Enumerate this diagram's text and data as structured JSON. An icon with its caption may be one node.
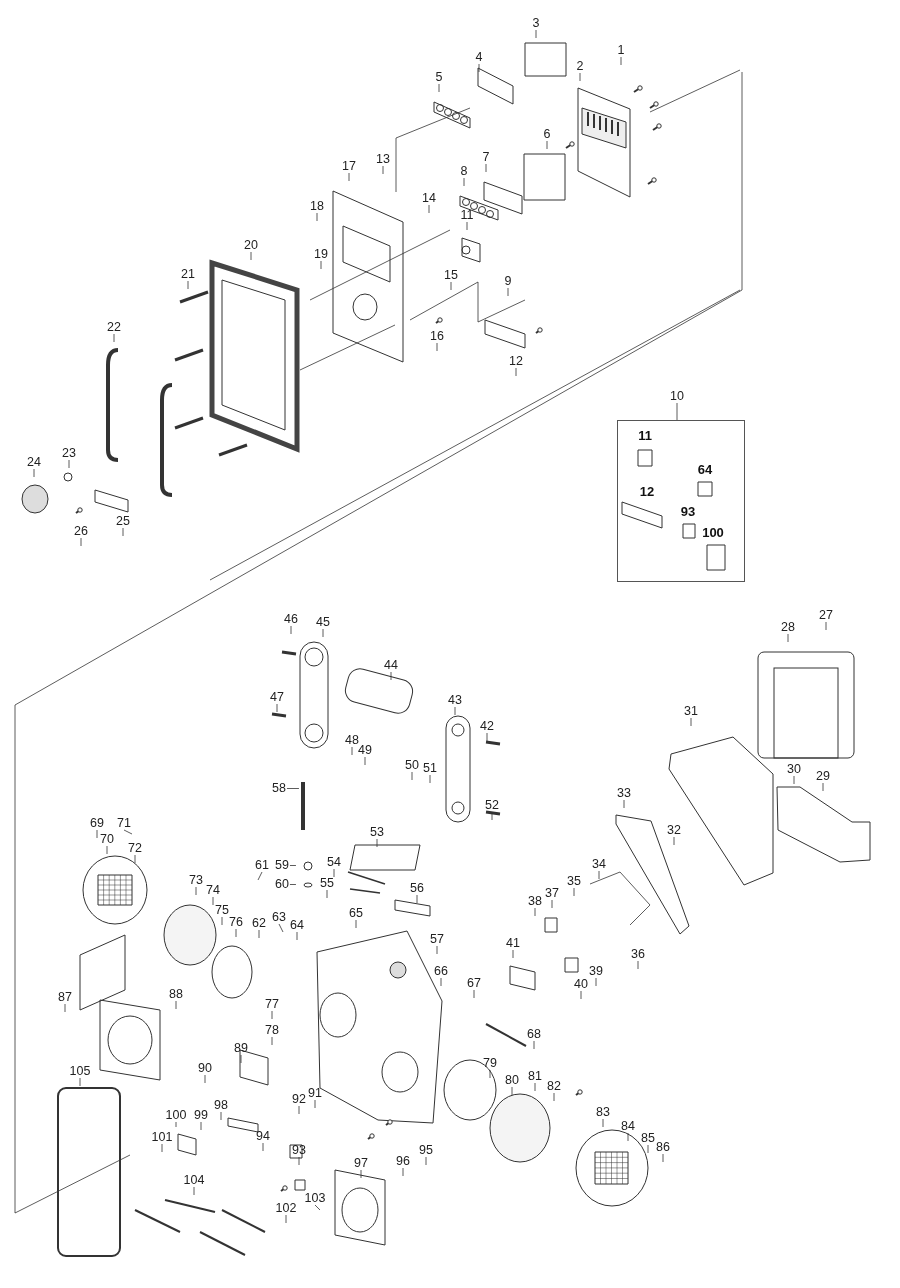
{
  "diagram": {
    "nodes": [
      {
        "text": [
          "1"
        ]
      },
      {
        "text": [
          "2"
        ]
      },
      {
        "text": [
          "3"
        ]
      },
      {
        "text": [
          "4"
        ]
      },
      {
        "text": [
          "5"
        ]
      },
      {
        "text": [
          "6"
        ]
      },
      {
        "text": [
          "7"
        ]
      },
      {
        "text": [
          "8"
        ]
      },
      {
        "text": [
          "9"
        ]
      },
      {
        "text": [
          "10"
        ]
      },
      {
        "text": [
          "11"
        ]
      },
      {
        "text": [
          "12"
        ]
      },
      {
        "text": [
          "13"
        ]
      },
      {
        "text": [
          "14"
        ]
      },
      {
        "text": [
          "15"
        ]
      },
      {
        "text": [
          "16"
        ]
      },
      {
        "text": [
          "17"
        ]
      },
      {
        "text": [
          "18"
        ]
      },
      {
        "text": [
          "19"
        ]
      },
      {
        "text": [
          "20"
        ]
      },
      {
        "text": [
          "21"
        ]
      },
      {
        "text": [
          "22"
        ]
      },
      {
        "text": [
          "23"
        ]
      },
      {
        "text": [
          "24"
        ]
      },
      {
        "text": [
          "25"
        ]
      },
      {
        "text": [
          "26"
        ]
      },
      {
        "text": [
          "27"
        ]
      },
      {
        "text": [
          "28"
        ]
      },
      {
        "text": [
          "29"
        ]
      },
      {
        "text": [
          "30"
        ]
      },
      {
        "text": [
          "31"
        ]
      },
      {
        "text": [
          "32"
        ]
      },
      {
        "text": [
          "33"
        ]
      },
      {
        "text": [
          "34"
        ]
      },
      {
        "text": [
          "35"
        ]
      },
      {
        "text": [
          "36"
        ]
      },
      {
        "text": [
          "37"
        ]
      },
      {
        "text": [
          "38"
        ]
      },
      {
        "text": [
          "39"
        ]
      },
      {
        "text": [
          "40"
        ]
      },
      {
        "text": [
          "41"
        ]
      },
      {
        "text": [
          "42"
        ]
      },
      {
        "text": [
          "43"
        ]
      },
      {
        "text": [
          "44"
        ]
      },
      {
        "text": [
          "45"
        ]
      },
      {
        "text": [
          "46"
        ]
      },
      {
        "text": [
          "47"
        ]
      },
      {
        "text": [
          "48"
        ]
      },
      {
        "text": [
          "49"
        ]
      },
      {
        "text": [
          "50"
        ]
      },
      {
        "text": [
          "51"
        ]
      },
      {
        "text": [
          "52"
        ]
      },
      {
        "text": [
          "53"
        ]
      },
      {
        "text": [
          "54"
        ]
      },
      {
        "text": [
          "55"
        ]
      },
      {
        "text": [
          "56"
        ]
      },
      {
        "text": [
          "57"
        ]
      },
      {
        "text": [
          "58"
        ]
      },
      {
        "text": [
          "59"
        ]
      },
      {
        "text": [
          "60"
        ]
      },
      {
        "text": [
          "61"
        ]
      },
      {
        "text": [
          "62"
        ]
      },
      {
        "text": [
          "63"
        ]
      },
      {
        "text": [
          "64"
        ]
      },
      {
        "text": [
          "65"
        ]
      },
      {
        "text": [
          "66"
        ]
      },
      {
        "text": [
          "67"
        ]
      },
      {
        "text": [
          "68"
        ]
      },
      {
        "text": [
          "69"
        ]
      },
      {
        "text": [
          "70"
        ]
      },
      {
        "text": [
          "71"
        ]
      },
      {
        "text": [
          "72"
        ]
      },
      {
        "text": [
          "73"
        ]
      },
      {
        "text": [
          "74"
        ]
      },
      {
        "text": [
          "75"
        ]
      },
      {
        "text": [
          "76"
        ]
      },
      {
        "text": [
          "77"
        ]
      },
      {
        "text": [
          "78"
        ]
      },
      {
        "text": [
          "79"
        ]
      },
      {
        "text": [
          "80"
        ]
      },
      {
        "text": [
          "81"
        ]
      },
      {
        "text": [
          "82"
        ]
      },
      {
        "text": [
          "83"
        ]
      },
      {
        "text": [
          "84"
        ]
      },
      {
        "text": [
          "85"
        ]
      },
      {
        "text": [
          "86"
        ]
      },
      {
        "text": [
          "87"
        ]
      },
      {
        "text": [
          "88"
        ]
      },
      {
        "text": [
          "89"
        ]
      },
      {
        "text": [
          "90"
        ]
      },
      {
        "text": [
          "91"
        ]
      },
      {
        "text": [
          "92"
        ]
      },
      {
        "text": [
          "93"
        ]
      },
      {
        "text": [
          "94"
        ]
      },
      {
        "text": [
          "95"
        ]
      },
      {
        "text": [
          "96"
        ]
      },
      {
        "text": [
          "97"
        ]
      },
      {
        "text": [
          "98"
        ]
      },
      {
        "text": [
          "99"
        ]
      },
      {
        "text": [
          "100"
        ]
      },
      {
        "text": [
          "101"
        ]
      },
      {
        "text": [
          "102"
        ]
      },
      {
        "text": [
          "103"
        ]
      },
      {
        "text": [
          "104"
        ]
      },
      {
        "text": [
          "105"
        ]
      },
      {
        "text": [],
        "shape": "box"
      }
    ],
    "edges": [
      {
        "from": 0,
        "to": null,
        "arrow": "none"
      },
      {
        "from": 1,
        "to": null,
        "arrow": "none"
      },
      {
        "from": 2,
        "to": null,
        "arrow": "none"
      },
      {
        "from": 3,
        "to": null,
        "arrow": "none"
      },
      {
        "from": 4,
        "to": null,
        "arrow": "none"
      },
      {
        "from": 5,
        "to": null,
        "arrow": "none"
      },
      {
        "from": 6,
        "to": null,
        "arrow": "none"
      },
      {
        "from": 7,
        "to": null,
        "arrow": "none"
      },
      {
        "from": 8,
        "to": null,
        "arrow": "none"
      },
      {
        "from": 9,
        "to": 105,
        "arrow": "none"
      },
      {
        "from": 10,
        "to": null,
        "arrow": "none"
      },
      {
        "from": 11,
        "to": null,
        "arrow": "none"
      },
      {
        "from": 12,
        "to": null,
        "arrow": "none"
      },
      {
        "from": 13,
        "to": null,
        "arrow": "none"
      },
      {
        "from": 14,
        "to": null,
        "arrow": "none"
      },
      {
        "from": 15,
        "to": null,
        "arrow": "none"
      },
      {
        "from": 16,
        "to": null,
        "arrow": "none"
      },
      {
        "from": 17,
        "to": null,
        "arrow": "none"
      },
      {
        "from": 18,
        "to": null,
        "arrow": "none"
      },
      {
        "from": 19,
        "to": null,
        "arrow": "none"
      },
      {
        "from": 20,
        "to": null,
        "arrow": "none"
      },
      {
        "from": 21,
        "to": null,
        "arrow": "none"
      },
      {
        "from": 22,
        "to": null,
        "arrow": "none"
      },
      {
        "from": 23,
        "to": null,
        "arrow": "none"
      },
      {
        "from": 24,
        "to": null,
        "arrow": "none"
      },
      {
        "from": 25,
        "to": null,
        "arrow": "none"
      },
      {
        "from": 26,
        "to": null,
        "arrow": "none"
      },
      {
        "from": 27,
        "to": null,
        "arrow": "none"
      },
      {
        "from": 28,
        "to": null,
        "arrow": "none"
      },
      {
        "from": 29,
        "to": null,
        "arrow": "none"
      },
      {
        "from": 30,
        "to": null,
        "arrow": "none"
      },
      {
        "from": 31,
        "to": null,
        "arrow": "none"
      },
      {
        "from": 32,
        "to": null,
        "arrow": "none"
      },
      {
        "from": 33,
        "to": null,
        "arrow": "none"
      },
      {
        "from": 34,
        "to": null,
        "arrow": "none"
      },
      {
        "from": 35,
        "to": null,
        "arrow": "none"
      },
      {
        "from": 36,
        "to": null,
        "arrow": "none"
      },
      {
        "from": 37,
        "to": null,
        "arrow": "none"
      },
      {
        "from": 38,
        "to": null,
        "arrow": "none"
      },
      {
        "from": 39,
        "to": null,
        "arrow": "none"
      },
      {
        "from": 40,
        "to": null,
        "arrow": "none"
      },
      {
        "from": 41,
        "to": null,
        "arrow": "none"
      },
      {
        "from": 42,
        "to": null,
        "arrow": "none"
      },
      {
        "from": 43,
        "to": null,
        "arrow": "none"
      },
      {
        "from": 44,
        "to": null,
        "arrow": "none"
      },
      {
        "from": 45,
        "to": null,
        "arrow": "none"
      },
      {
        "from": 46,
        "to": null,
        "arrow": "none"
      },
      {
        "from": 47,
        "to": null,
        "arrow": "none"
      },
      {
        "from": 48,
        "to": null,
        "arrow": "none"
      },
      {
        "from": 49,
        "to": null,
        "arrow": "none"
      },
      {
        "from": 50,
        "to": null,
        "arrow": "none"
      },
      {
        "from": 51,
        "to": null,
        "arrow": "none"
      },
      {
        "from": 52,
        "to": null,
        "arrow": "none"
      },
      {
        "from": 53,
        "to": null,
        "arrow": "none"
      },
      {
        "from": 54,
        "to": null,
        "arrow": "none"
      },
      {
        "from": 55,
        "to": null,
        "arrow": "none"
      },
      {
        "from": 56,
        "to": null,
        "arrow": "none"
      },
      {
        "from": 57,
        "to": null,
        "arrow": "none"
      },
      {
        "from": 58,
        "to": null,
        "arrow": "none"
      },
      {
        "from": 59,
        "to": null,
        "arrow": "none"
      },
      {
        "from": 60,
        "to": null,
        "arrow": "none"
      },
      {
        "from": 61,
        "to": null,
        "arrow": "none"
      },
      {
        "from": 62,
        "to": null,
        "arrow": "none"
      },
      {
        "from": 63,
        "to": null,
        "arrow": "none"
      },
      {
        "from": 64,
        "to": null,
        "arrow": "none"
      },
      {
        "from": 65,
        "to": null,
        "arrow": "none"
      },
      {
        "from": 66,
        "to": null,
        "arrow": "none"
      },
      {
        "from": 67,
        "to": null,
        "arrow": "none"
      },
      {
        "from": 68,
        "to": null,
        "arrow": "none"
      },
      {
        "from": 69,
        "to": null,
        "arrow": "none"
      },
      {
        "from": 70,
        "to": null,
        "arrow": "none"
      },
      {
        "from": 71,
        "to": null,
        "arrow": "none"
      },
      {
        "from": 72,
        "to": null,
        "arrow": "none"
      },
      {
        "from": 73,
        "to": null,
        "arrow": "none"
      },
      {
        "from": 74,
        "to": null,
        "arrow": "none"
      },
      {
        "from": 75,
        "to": null,
        "arrow": "none"
      },
      {
        "from": 76,
        "to": null,
        "arrow": "none"
      },
      {
        "from": 77,
        "to": null,
        "arrow": "none"
      },
      {
        "from": 78,
        "to": null,
        "arrow": "none"
      },
      {
        "from": 79,
        "to": null,
        "arrow": "none"
      },
      {
        "from": 80,
        "to": null,
        "arrow": "none"
      },
      {
        "from": 81,
        "to": null,
        "arrow": "none"
      },
      {
        "from": 82,
        "to": null,
        "arrow": "none"
      },
      {
        "from": 83,
        "to": null,
        "arrow": "none"
      },
      {
        "from": 84,
        "to": null,
        "arrow": "none"
      },
      {
        "from": 85,
        "to": null,
        "arrow": "none"
      },
      {
        "from": 86,
        "to": null,
        "arrow": "none"
      },
      {
        "from": 87,
        "to": null,
        "arrow": "none"
      },
      {
        "from": 88,
        "to": null,
        "arrow": "none"
      },
      {
        "from": 89,
        "to": null,
        "arrow": "none"
      },
      {
        "from": 90,
        "to": null,
        "arrow": "none"
      },
      {
        "from": 91,
        "to": null,
        "arrow": "none"
      },
      {
        "from": 92,
        "to": null,
        "arrow": "none"
      },
      {
        "from": 93,
        "to": null,
        "arrow": "none"
      },
      {
        "from": 94,
        "to": null,
        "arrow": "none"
      },
      {
        "from": 95,
        "to": null,
        "arrow": "none"
      },
      {
        "from": 96,
        "to": null,
        "arrow": "none"
      },
      {
        "from": 97,
        "to": null,
        "arrow": "none"
      },
      {
        "from": 98,
        "to": null,
        "arrow": "none"
      },
      {
        "from": 99,
        "to": null,
        "arrow": "none"
      },
      {
        "from": 100,
        "to": null,
        "arrow": "none"
      },
      {
        "from": 101,
        "to": null,
        "arrow": "none"
      },
      {
        "from": 102,
        "to": null,
        "arrow": "none"
      },
      {
        "from": 103,
        "to": null,
        "arrow": "none"
      },
      {
        "from": 104,
        "to": null,
        "arrow": "none"
      }
    ],
    "labels": [
      "11",
      "64",
      "12",
      "93",
      "100"
    ]
  }
}
